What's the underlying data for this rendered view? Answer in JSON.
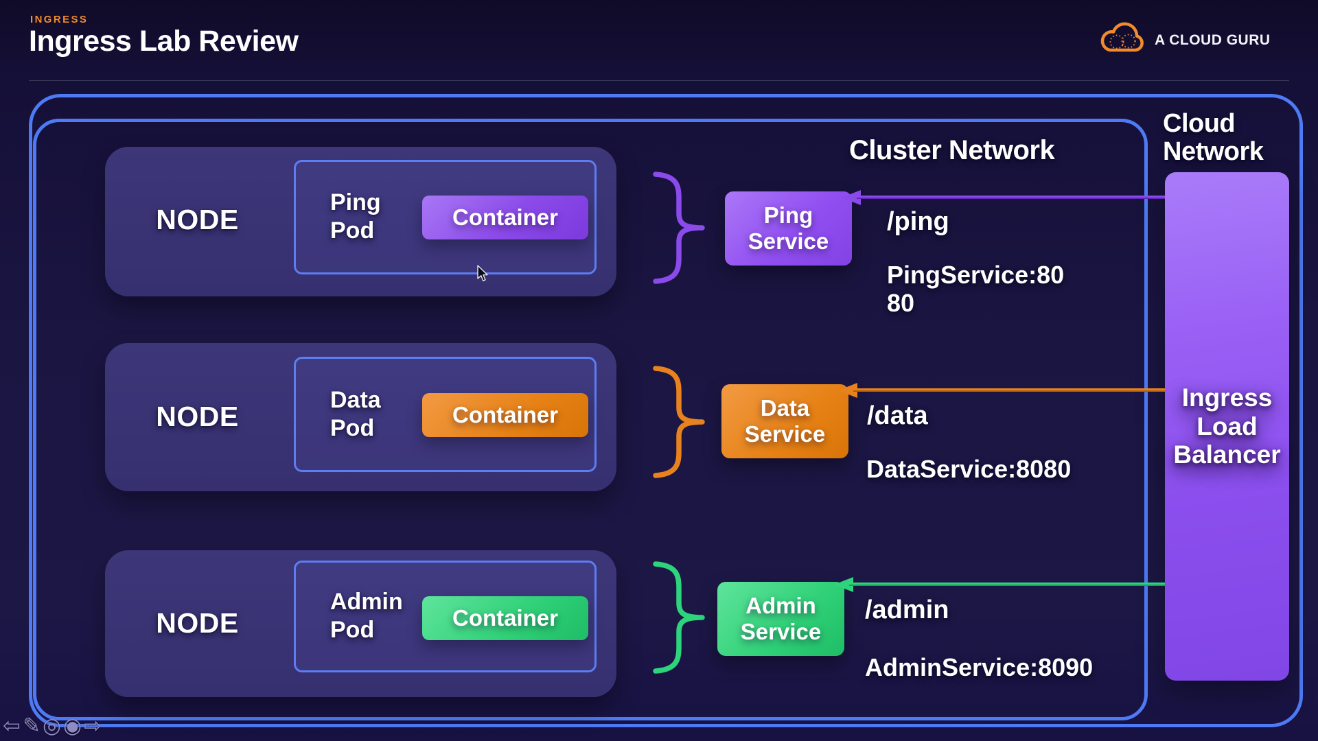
{
  "header": {
    "eyebrow": "INGRESS",
    "title": "Ingress Lab Review",
    "brand": "A CLOUD GURU"
  },
  "diagram": {
    "cluster_label": "Cluster Network",
    "cloud_label": "Cloud\nNetwork",
    "load_balancer_label": "Ingress\nLoad\nBalancer",
    "rows": [
      {
        "name": "ping",
        "node_label": "NODE",
        "pod_label": "Ping\nPod",
        "container_label": "Container",
        "service_label": "Ping\nService",
        "ingress_path": "/ping",
        "service_target": "PingService:80\n80",
        "accent": "#8b4aea"
      },
      {
        "name": "data",
        "node_label": "NODE",
        "pod_label": "Data\nPod",
        "container_label": "Container",
        "service_label": "Data\nService",
        "ingress_path": "/data",
        "service_target": "DataService:8080",
        "accent": "#e8821e"
      },
      {
        "name": "admin",
        "node_label": "NODE",
        "pod_label": "Admin\nPod",
        "container_label": "Container",
        "service_label": "Admin\nService",
        "ingress_path": "/admin",
        "service_target": "AdminService:8090",
        "accent": "#2ed47b"
      }
    ]
  },
  "toolbar": {
    "icons": [
      {
        "name": "back",
        "glyph": "⇦"
      },
      {
        "name": "draw",
        "glyph": "✎"
      },
      {
        "name": "slides",
        "glyph": "◎"
      },
      {
        "name": "more",
        "glyph": "◉"
      },
      {
        "name": "forward",
        "glyph": "⇨"
      }
    ]
  },
  "colors": {
    "background": "#15102f",
    "network_border_blue": "#4e7bf5",
    "node_fill": "#3a3475",
    "purple_accent": "#8b4aea",
    "orange_accent": "#e8821e",
    "green_accent": "#2ed47b",
    "brand_orange": "#f18b2b"
  }
}
